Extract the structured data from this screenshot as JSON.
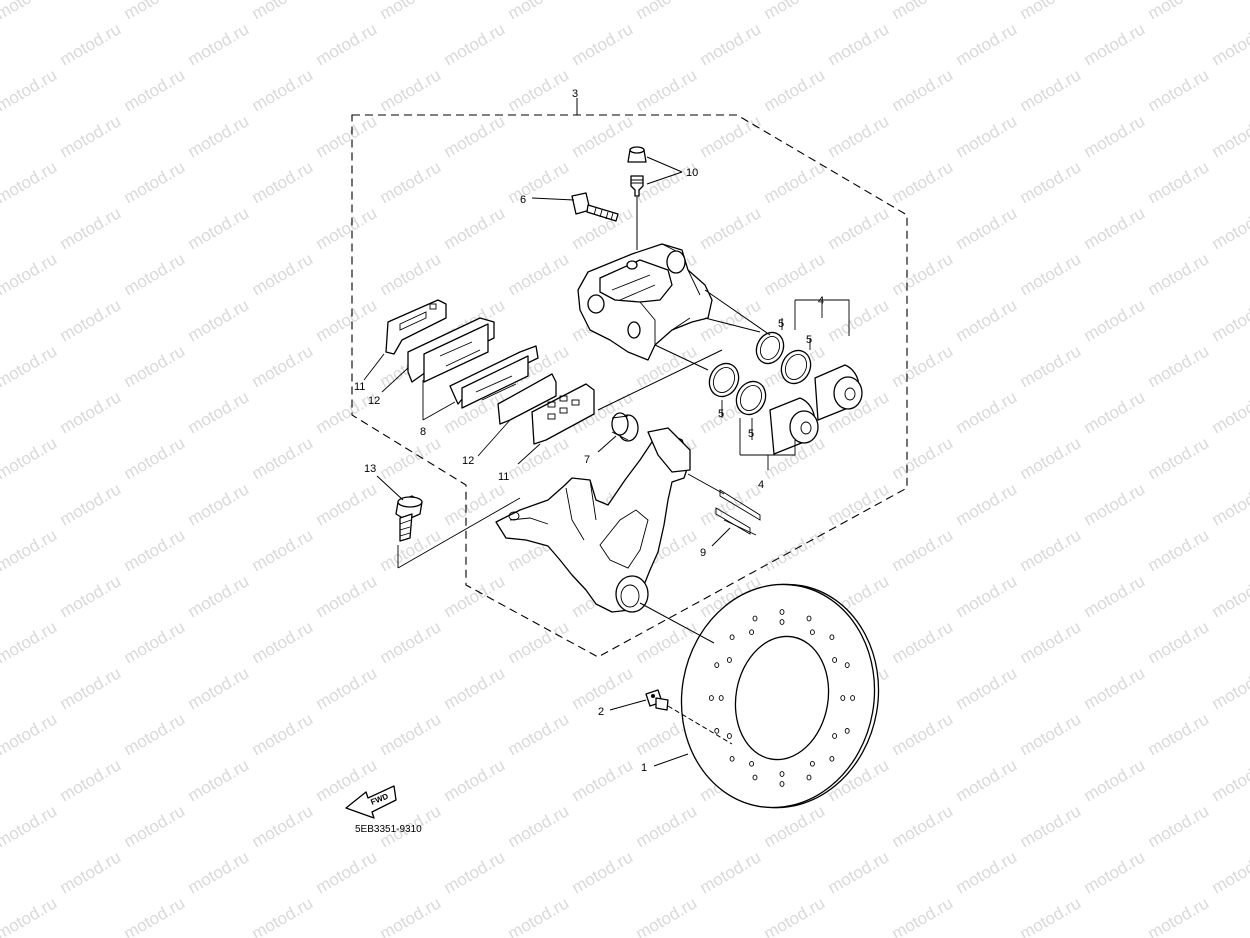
{
  "watermark": "motod.ru",
  "diagram_code": "5EB3351-9310",
  "fwd_arrow_label": "FWD",
  "callouts": {
    "c1": "1",
    "c2": "2",
    "c3": "3",
    "c4a": "4",
    "c4b": "4",
    "c5a": "5",
    "c5b": "5",
    "c5c": "5",
    "c5d": "5",
    "c6": "6",
    "c7": "7",
    "c8": "8",
    "c9": "9",
    "c10": "10",
    "c11a": "11",
    "c11b": "11",
    "c12a": "12",
    "c12b": "12",
    "c13": "13"
  }
}
